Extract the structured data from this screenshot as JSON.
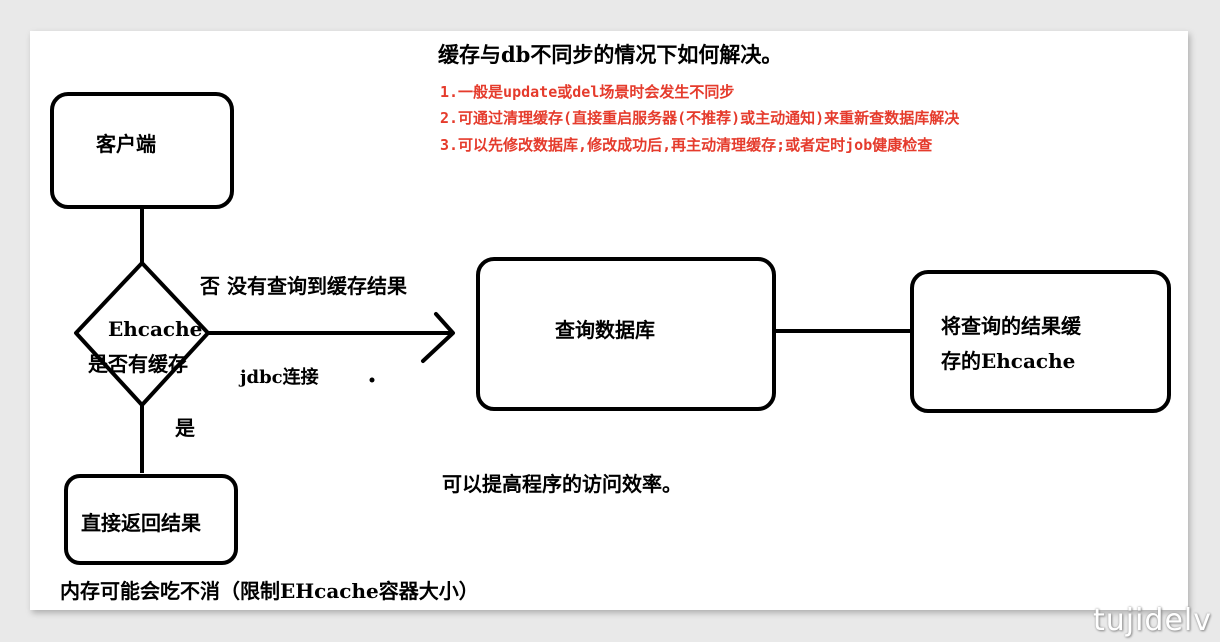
{
  "title": "缓存与db不同步的情况下如何解决。",
  "notes": [
    "1.一般是update或del场景时会发生不同步",
    "2.可通过清理缓存(直接重启服务器(不推荐)或主动通知)来重新查数据库解决",
    "3.可以先修改数据库,修改成功后,再主动清理缓存;或者定时job健康检查"
  ],
  "nodes": {
    "client": "客户端",
    "decision_line1": "Ehcache",
    "decision_line2": "是否有缓存",
    "query_db": "查询数据库",
    "cache_result_line1": "将查询的结果缓",
    "cache_result_line2": "存的Ehcache",
    "return_result": "直接返回结果"
  },
  "edges": {
    "no_label": "否 没有查询到缓存结果",
    "jdbc_label": "jdbc连接",
    "yes_label": "是"
  },
  "efficiency_note": "可以提高程序的访问效率。",
  "memory_note": "内存可能会吃不消（限制EHcache容器大小）",
  "watermark": "tujidelv",
  "colors": {
    "note_red": "#e53b2c",
    "line": "#000000",
    "background": "#ffffff"
  }
}
